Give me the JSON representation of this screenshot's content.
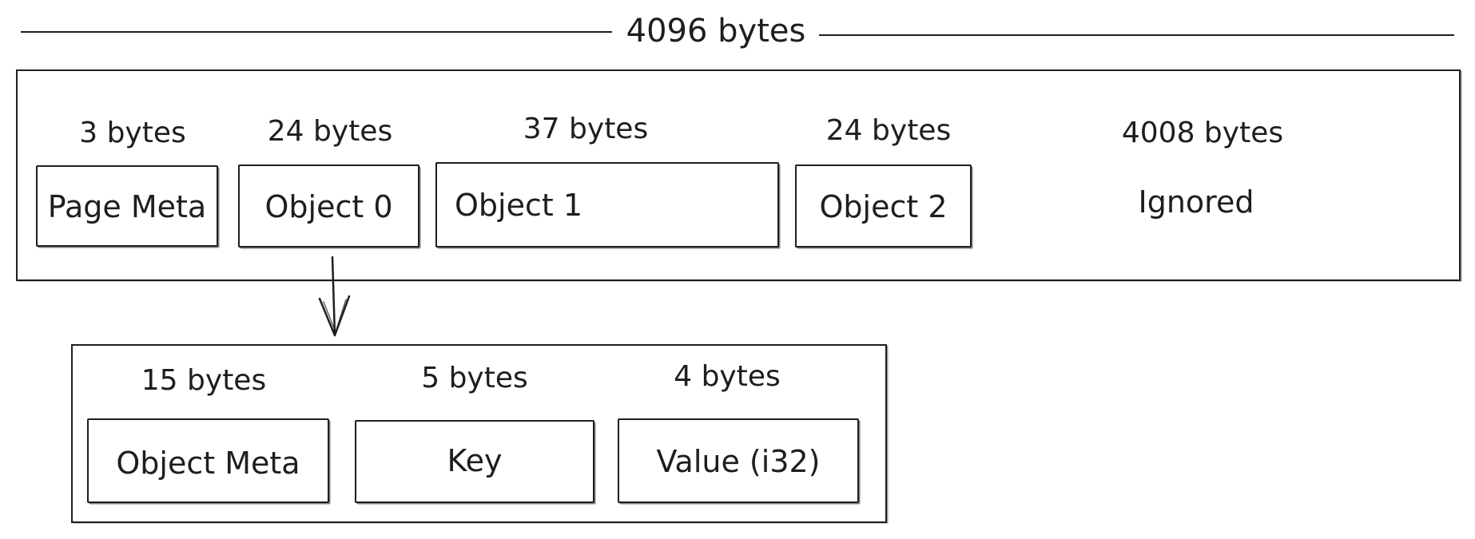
{
  "header": {
    "total_label": "4096 bytes"
  },
  "page": {
    "segments": [
      {
        "size_label": "3 bytes",
        "name": "Page Meta"
      },
      {
        "size_label": "24 bytes",
        "name": "Object 0"
      },
      {
        "size_label": "37 bytes",
        "name": "Object 1"
      },
      {
        "size_label": "24 bytes",
        "name": "Object 2"
      },
      {
        "size_label": "4008 bytes",
        "name": "Ignored"
      }
    ]
  },
  "object_detail": {
    "fields": [
      {
        "size_label": "15 bytes",
        "name": "Object Meta"
      },
      {
        "size_label": "5 bytes",
        "name": "Key"
      },
      {
        "size_label": "4 bytes",
        "name": "Value (i32)"
      }
    ]
  }
}
